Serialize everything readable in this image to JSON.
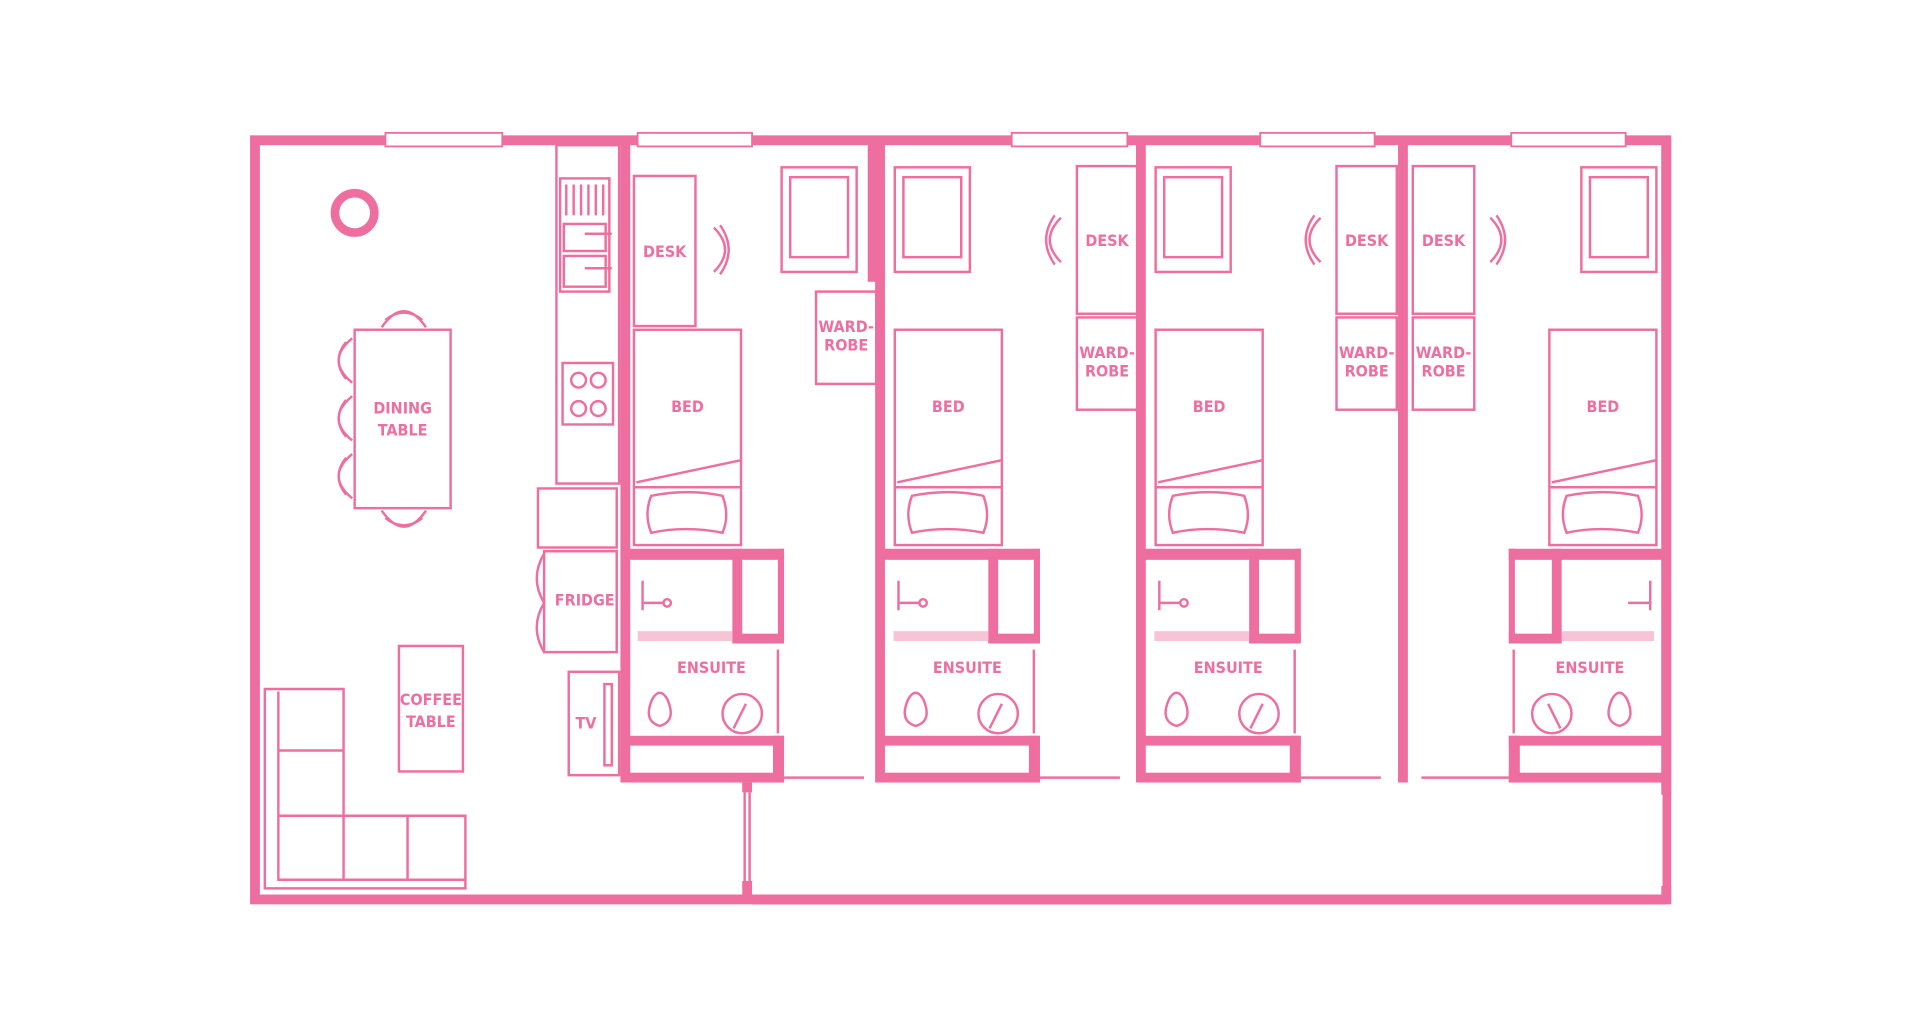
{
  "plan": {
    "accent_color": "#ee6f9f",
    "labels": {
      "dining_1": "DINING",
      "dining_2": "TABLE",
      "coffee_1": "COFFEE",
      "coffee_2": "TABLE",
      "fridge": "FRIDGE",
      "tv": "TV",
      "desk": "DESK",
      "wardrobe_1": "WARD-",
      "wardrobe_2": "ROBE",
      "bed": "BED",
      "ensuite": "ENSUITE"
    }
  }
}
